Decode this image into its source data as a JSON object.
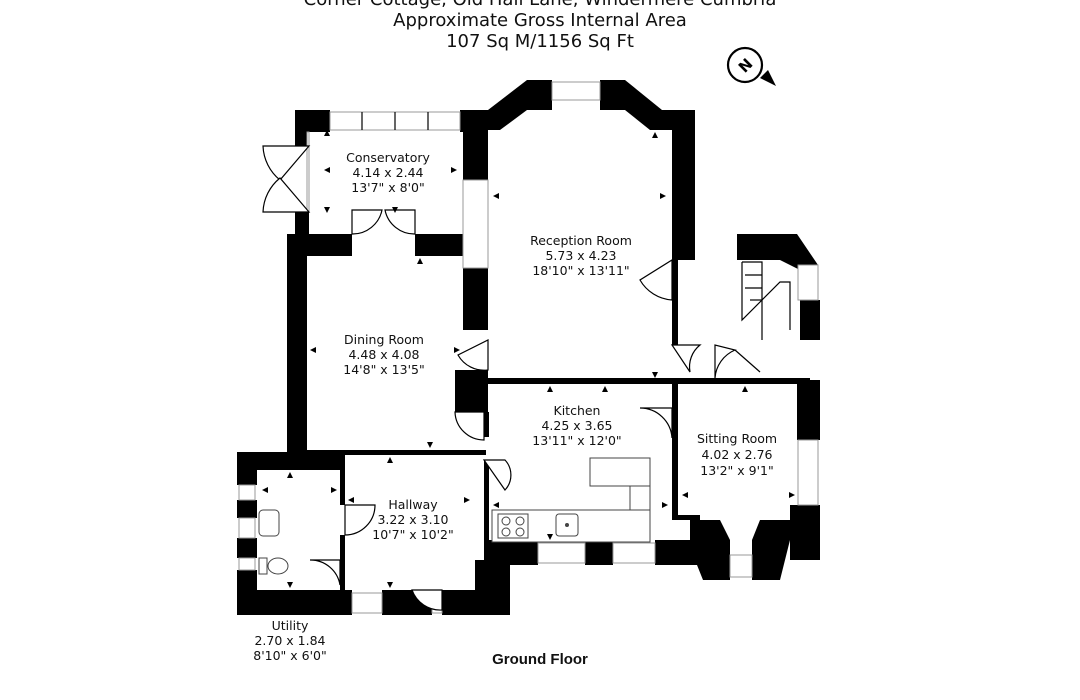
{
  "header": {
    "line1": "Corner Cottage, Old Hall Lane, Windermere Cumbria",
    "line2": "Approximate Gross Internal Area",
    "line3": "107 Sq M/1156 Sq Ft"
  },
  "compass": {
    "letter": "N",
    "icon": "compass-icon"
  },
  "rooms": {
    "conservatory": {
      "name": "Conservatory",
      "metric": "4.14 x 2.44",
      "imperial": "13'7\" x 8'0\""
    },
    "reception": {
      "name": "Reception Room",
      "metric": "5.73 x 4.23",
      "imperial": "18'10\" x 13'11\""
    },
    "dining": {
      "name": "Dining Room",
      "metric": "4.48 x 4.08",
      "imperial": "14'8\" x 13'5\""
    },
    "kitchen": {
      "name": "Kitchen",
      "metric": "4.25 x 3.65",
      "imperial": "13'11\" x 12'0\""
    },
    "sitting": {
      "name": "Sitting Room",
      "metric": "4.02 x 2.76",
      "imperial": "13'2\" x 9'1\""
    },
    "hallway": {
      "name": "Hallway",
      "metric": "3.22 x 3.10",
      "imperial": "10'7\" x 10'2\""
    },
    "utility": {
      "name": "Utility",
      "metric": "2.70 x 1.84",
      "imperial": "8'10\" x 6'0\""
    }
  },
  "floor_label": "Ground Floor"
}
